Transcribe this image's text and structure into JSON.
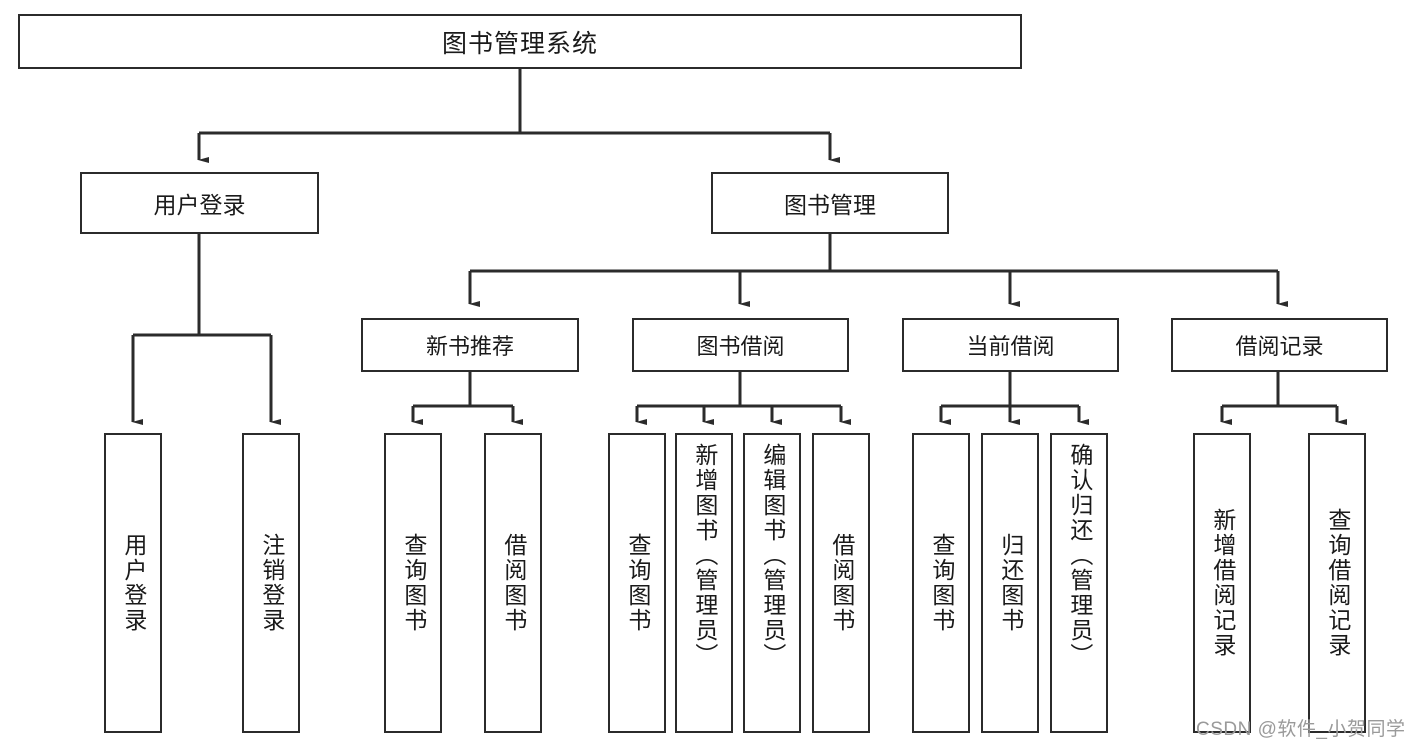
{
  "diagram": {
    "type": "tree-hierarchy",
    "title": "图书管理系统",
    "root": {
      "label": "图书管理系统"
    },
    "level2": [
      {
        "label": "用户登录"
      },
      {
        "label": "图书管理"
      }
    ],
    "level3": [
      {
        "label": "新书推荐"
      },
      {
        "label": "图书借阅"
      },
      {
        "label": "当前借阅"
      },
      {
        "label": "借阅记录"
      }
    ],
    "leaves": {
      "user_login": [
        {
          "label": "用户登录"
        },
        {
          "label": "注销登录"
        }
      ],
      "new_book_recommend": [
        {
          "label": "查询图书"
        },
        {
          "label": "借阅图书"
        }
      ],
      "book_borrow": [
        {
          "label": "查询图书"
        },
        {
          "label": "新增图书（管理员）"
        },
        {
          "label": "编辑图书（管理员）"
        },
        {
          "label": "借阅图书"
        }
      ],
      "current_borrow": [
        {
          "label": "查询图书"
        },
        {
          "label": "归还图书"
        },
        {
          "label": "确认归还（管理员）"
        }
      ],
      "borrow_record": [
        {
          "label": "新增借阅记录"
        },
        {
          "label": "查询借阅记录"
        }
      ]
    }
  },
  "watermark": {
    "text": "CSDN @软件_小贺同学"
  },
  "colors": {
    "stroke": "#2b2b2b",
    "background": "#ffffff",
    "text": "#1a1a1a",
    "watermark": "#9a9a9a"
  }
}
